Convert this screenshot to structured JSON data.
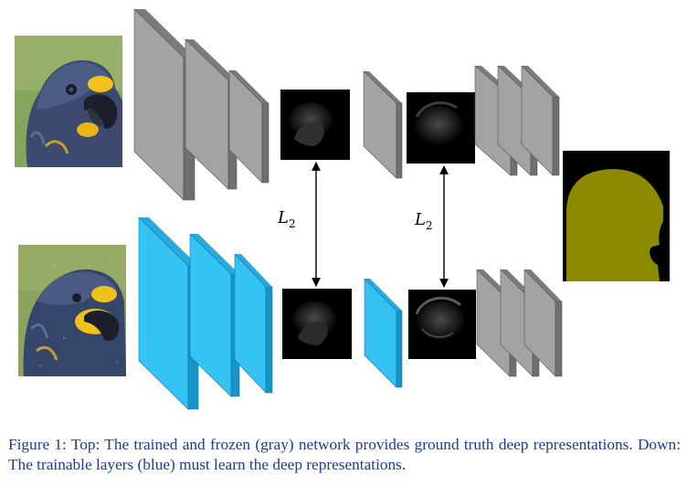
{
  "figure": {
    "top_label": "L",
    "top_label_sub": "2",
    "bottom_label": "L",
    "bottom_label_sub": "2",
    "colors": {
      "frozen_front": "#a3a3a3",
      "frozen_side": "#6f6f6f",
      "frozen_top": "#7b7b7b",
      "trainable_front": "#35c3f3",
      "trainable_side": "#1696c8",
      "trainable_top": "#2aa9dc",
      "mask_bg": "#000000",
      "mask_fg": "#8b8a00",
      "arrow": "#000000"
    },
    "icons": {
      "input_top": "parrot-photo-icon",
      "input_bottom": "parrot-photo-noisy-icon",
      "feature_maps": "feature-map-icon",
      "output": "segmentation-mask-icon"
    }
  },
  "caption": {
    "text": "Figure 1: Top: The trained and frozen (gray) network provides ground truth deep representations. Down: The trainable layers (blue) must learn the deep representations."
  }
}
